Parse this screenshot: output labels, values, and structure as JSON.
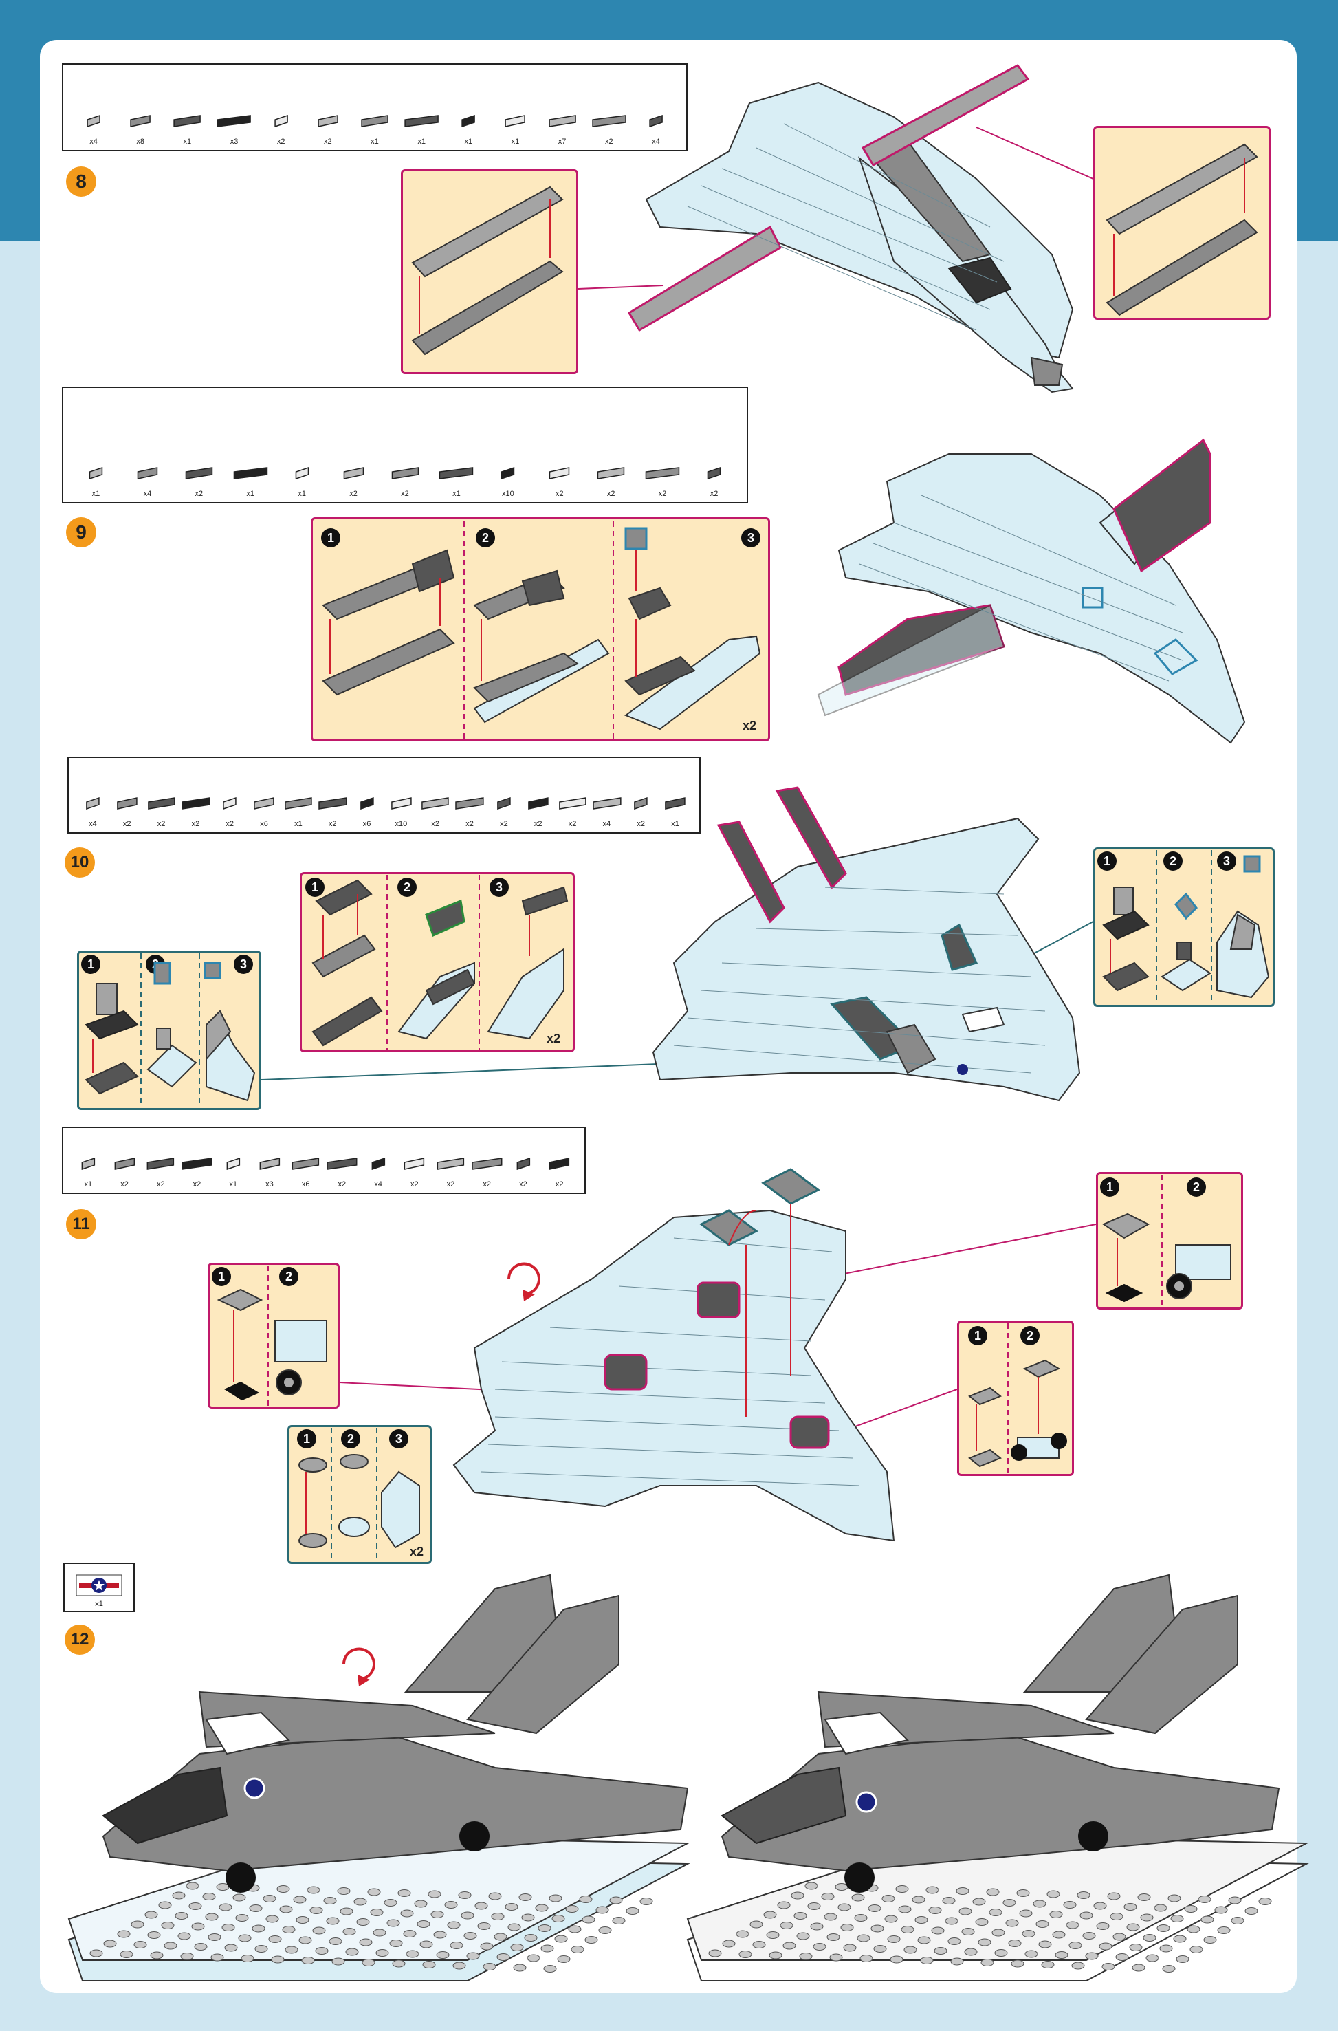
{
  "colors": {
    "accent_orange": "#f39a1b",
    "frame_blue": "#2d86b0",
    "light_blue_bg": "#cfe6f1",
    "panel_cream": "#fde9bf",
    "magenta": "#c0196a",
    "teal": "#2a6b74",
    "brick_light_blue": "#d9eef5",
    "brick_gray": "#8a8a8a",
    "brick_dark": "#555555",
    "arrow_red": "#d0202e"
  },
  "steps": [
    {
      "number": "8",
      "parts": [
        "x4",
        "x8",
        "x1",
        "x3",
        "x2",
        "x2",
        "x1",
        "x1",
        "x1",
        "x1",
        "x7",
        "x2",
        "x4"
      ],
      "subassemblies": []
    },
    {
      "number": "9",
      "parts": [
        "x1",
        "x4",
        "x2",
        "x1",
        "x1",
        "x2",
        "x2",
        "x1",
        "x10",
        "x2",
        "x2",
        "x2",
        "x2"
      ],
      "subassemblies": [
        {
          "num": "1"
        },
        {
          "num": "2"
        },
        {
          "num": "3",
          "mult": "x2"
        }
      ]
    },
    {
      "number": "10",
      "parts": [
        "x4",
        "x2",
        "x2",
        "x2",
        "x2",
        "x6",
        "x1",
        "x2",
        "x6",
        "x10",
        "x2",
        "x2",
        "x2",
        "x2",
        "x2",
        "x4",
        "x2",
        "x1"
      ],
      "subassemblies_center": [
        {
          "num": "1"
        },
        {
          "num": "2"
        },
        {
          "num": "3",
          "mult": "x2"
        }
      ],
      "subassemblies_left": [
        {
          "num": "1"
        },
        {
          "num": "2"
        },
        {
          "num": "3"
        }
      ],
      "subassemblies_right": [
        {
          "num": "1"
        },
        {
          "num": "2"
        },
        {
          "num": "3"
        }
      ]
    },
    {
      "number": "11",
      "parts": [
        "x1",
        "x2",
        "x2",
        "x2",
        "x1",
        "x3",
        "x6",
        "x2",
        "x4",
        "x2",
        "x2",
        "x2",
        "x2",
        "x2"
      ],
      "subassemblies_left": [
        {
          "num": "1"
        },
        {
          "num": "2"
        }
      ],
      "subassemblies_bottom": [
        {
          "num": "1"
        },
        {
          "num": "2"
        },
        {
          "num": "3",
          "mult": "x2"
        }
      ],
      "subassemblies_right_top": [
        {
          "num": "1"
        },
        {
          "num": "2"
        }
      ],
      "subassemblies_right_bottom": [
        {
          "num": "1"
        },
        {
          "num": "2"
        }
      ]
    },
    {
      "number": "12",
      "parts": [
        "x1"
      ],
      "subassemblies": []
    }
  ],
  "icons": {
    "rotate": "rotate-arrow-icon",
    "sticker": "star-roundel-icon"
  }
}
